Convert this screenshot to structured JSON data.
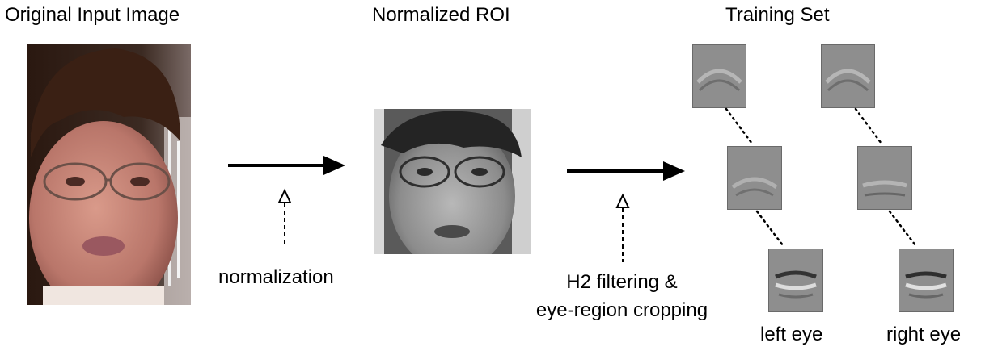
{
  "titles": {
    "original": "Original Input Image",
    "roi": "Normalized ROI",
    "training": "Training Set"
  },
  "steps": {
    "normalization": "normalization",
    "filtering_line1": "H2 filtering &",
    "filtering_line2": "eye-region cropping"
  },
  "eye_labels": {
    "left": "left eye",
    "right": "right eye"
  },
  "colors": {
    "arrow": "#000000",
    "thumb_background": "#8e8e8e"
  }
}
